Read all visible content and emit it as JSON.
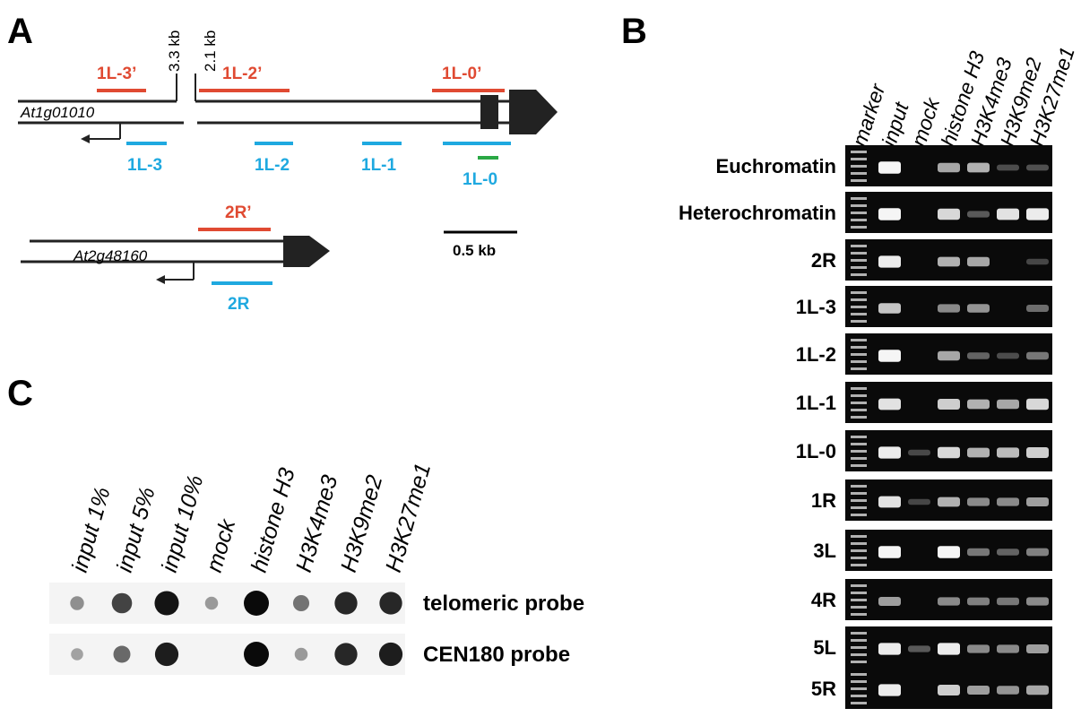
{
  "panels": {
    "a": "A",
    "b": "B",
    "c": "C"
  },
  "panel_a": {
    "gene1": "At1g01010",
    "gene2": "At2g48160",
    "gap_left": "3.3 kb",
    "gap_right": "2.1 kb",
    "red_regions": {
      "l3p": "1L-3’",
      "l2p": "1L-2’",
      "l0p": "1L-0’",
      "r2p": "2R’"
    },
    "blue_regions": {
      "l3": "1L-3",
      "l2": "1L-2",
      "l1": "1L-1",
      "l0": "1L-0",
      "r2": "2R"
    },
    "scale_bar": "0.5 kb",
    "colors": {
      "red": "#e04a32",
      "blue": "#1fa9e0",
      "green": "#2aa845"
    }
  },
  "panel_b": {
    "columns": [
      "marker",
      "input",
      "mock",
      "histone H3",
      "H3K4me3",
      "H3K9me2",
      "H3K27me1"
    ],
    "rows": [
      {
        "label": "Euchromatin",
        "bands": [
          0,
          0.95,
          0,
          0.55,
          0.6,
          0.08,
          0.1
        ]
      },
      {
        "label": "Heterochromatin",
        "bands": [
          0,
          0.95,
          0,
          0.8,
          0.15,
          0.85,
          0.9
        ]
      },
      {
        "label": "2R",
        "bands": [
          0,
          0.9,
          0,
          0.6,
          0.55,
          0,
          0.05
        ]
      },
      {
        "label": "1L-3",
        "bands": [
          0,
          0.7,
          0,
          0.4,
          0.45,
          0,
          0.25
        ]
      },
      {
        "label": "1L-2",
        "bands": [
          0,
          0.95,
          0,
          0.55,
          0.2,
          0.08,
          0.3
        ]
      },
      {
        "label": "1L-1",
        "bands": [
          0,
          0.85,
          0,
          0.75,
          0.6,
          0.55,
          0.8
        ]
      },
      {
        "label": "1L-0",
        "bands": [
          0,
          0.9,
          0.06,
          0.8,
          0.6,
          0.65,
          0.75
        ]
      },
      {
        "label": "1R",
        "bands": [
          0,
          0.85,
          0.05,
          0.6,
          0.4,
          0.4,
          0.5
        ]
      },
      {
        "label": "3L",
        "bands": [
          0,
          0.95,
          0,
          0.95,
          0.3,
          0.2,
          0.35
        ]
      },
      {
        "label": "4R",
        "bands": [
          0,
          0.5,
          0,
          0.4,
          0.35,
          0.3,
          0.4
        ]
      },
      {
        "label": "5L",
        "bands": [
          0,
          0.9,
          0.15,
          0.9,
          0.4,
          0.4,
          0.5
        ]
      },
      {
        "label": "5R",
        "bands": [
          0,
          0.9,
          0,
          0.75,
          0.5,
          0.45,
          0.55
        ]
      }
    ]
  },
  "panel_c": {
    "columns": [
      "input 1%",
      "input 5%",
      "input 10%",
      "mock",
      "histone H3",
      "H3K4me3",
      "H3K9me2",
      "H3K27me1"
    ],
    "probes": [
      {
        "label": "telomeric probe",
        "dots": [
          0.3,
          0.7,
          0.95,
          0.25,
          1.0,
          0.45,
          0.85,
          0.85
        ]
      },
      {
        "label": "CEN180 probe",
        "dots": [
          0.2,
          0.5,
          0.9,
          0.0,
          1.0,
          0.25,
          0.85,
          0.9
        ]
      }
    ]
  }
}
